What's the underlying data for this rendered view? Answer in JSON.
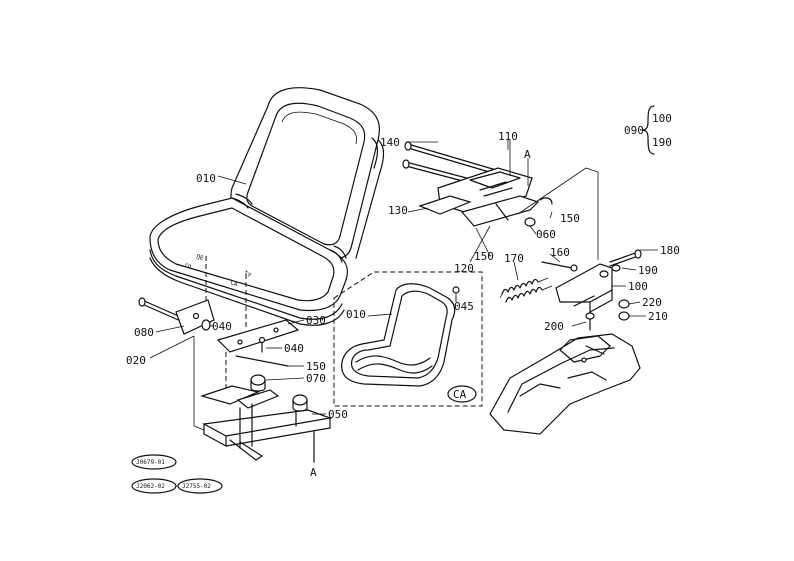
{
  "labels": {
    "p010_main": "010",
    "p010_ca": "010",
    "p020": "020",
    "p030": "030",
    "p040_a": "040",
    "p040_b": "040",
    "p045": "045",
    "p050": "050",
    "p060": "060",
    "p070": "070",
    "p080": "080",
    "p090": "090",
    "p100_brace": "100",
    "p190_brace": "190",
    "p100": "100",
    "p110": "110",
    "p120": "120",
    "p130": "130",
    "p140": "140",
    "p150_a": "150",
    "p150_b": "150",
    "p150_c": "150",
    "p160": "160",
    "p170": "170",
    "p180": "180",
    "p190": "190",
    "p200": "200",
    "p210": "210",
    "p220": "220",
    "ref_a_top": "A",
    "ref_a_bottom": "A",
    "ca_box": "CA"
  },
  "reference_codes": [
    "J0679-01",
    "J2062-02",
    "J2755-02"
  ]
}
